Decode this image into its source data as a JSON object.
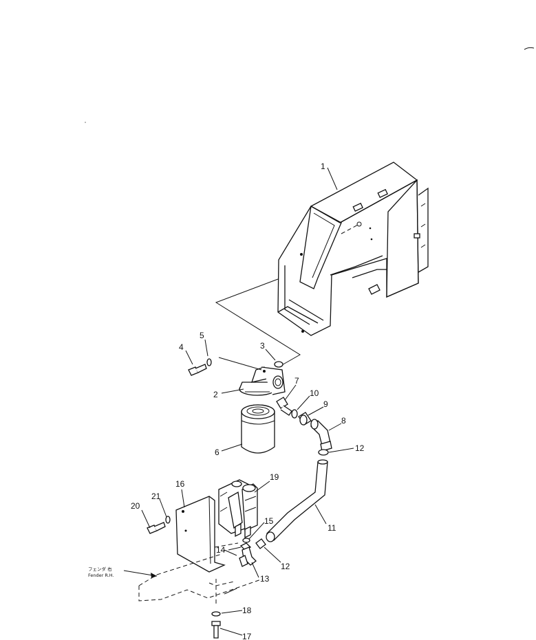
{
  "callouts": [
    {
      "id": "c1",
      "label": "1"
    },
    {
      "id": "c2",
      "label": "2"
    },
    {
      "id": "c3",
      "label": "3"
    },
    {
      "id": "c4",
      "label": "4"
    },
    {
      "id": "c5",
      "label": "5"
    },
    {
      "id": "c6",
      "label": "6"
    },
    {
      "id": "c7",
      "label": "7"
    },
    {
      "id": "c8",
      "label": "8"
    },
    {
      "id": "c9",
      "label": "9"
    },
    {
      "id": "c10",
      "label": "10"
    },
    {
      "id": "c11",
      "label": "11"
    },
    {
      "id": "c12a",
      "label": "12"
    },
    {
      "id": "c12b",
      "label": "12"
    },
    {
      "id": "c13",
      "label": "13"
    },
    {
      "id": "c14",
      "label": "14"
    },
    {
      "id": "c15",
      "label": "15"
    },
    {
      "id": "c16",
      "label": "16"
    },
    {
      "id": "c17",
      "label": "17"
    },
    {
      "id": "c18",
      "label": "18"
    },
    {
      "id": "c19",
      "label": "19"
    },
    {
      "id": "c20",
      "label": "20"
    },
    {
      "id": "c21",
      "label": "21"
    }
  ],
  "fender_note": {
    "jp": "フェンダ 右",
    "en": "Fender R.H."
  }
}
